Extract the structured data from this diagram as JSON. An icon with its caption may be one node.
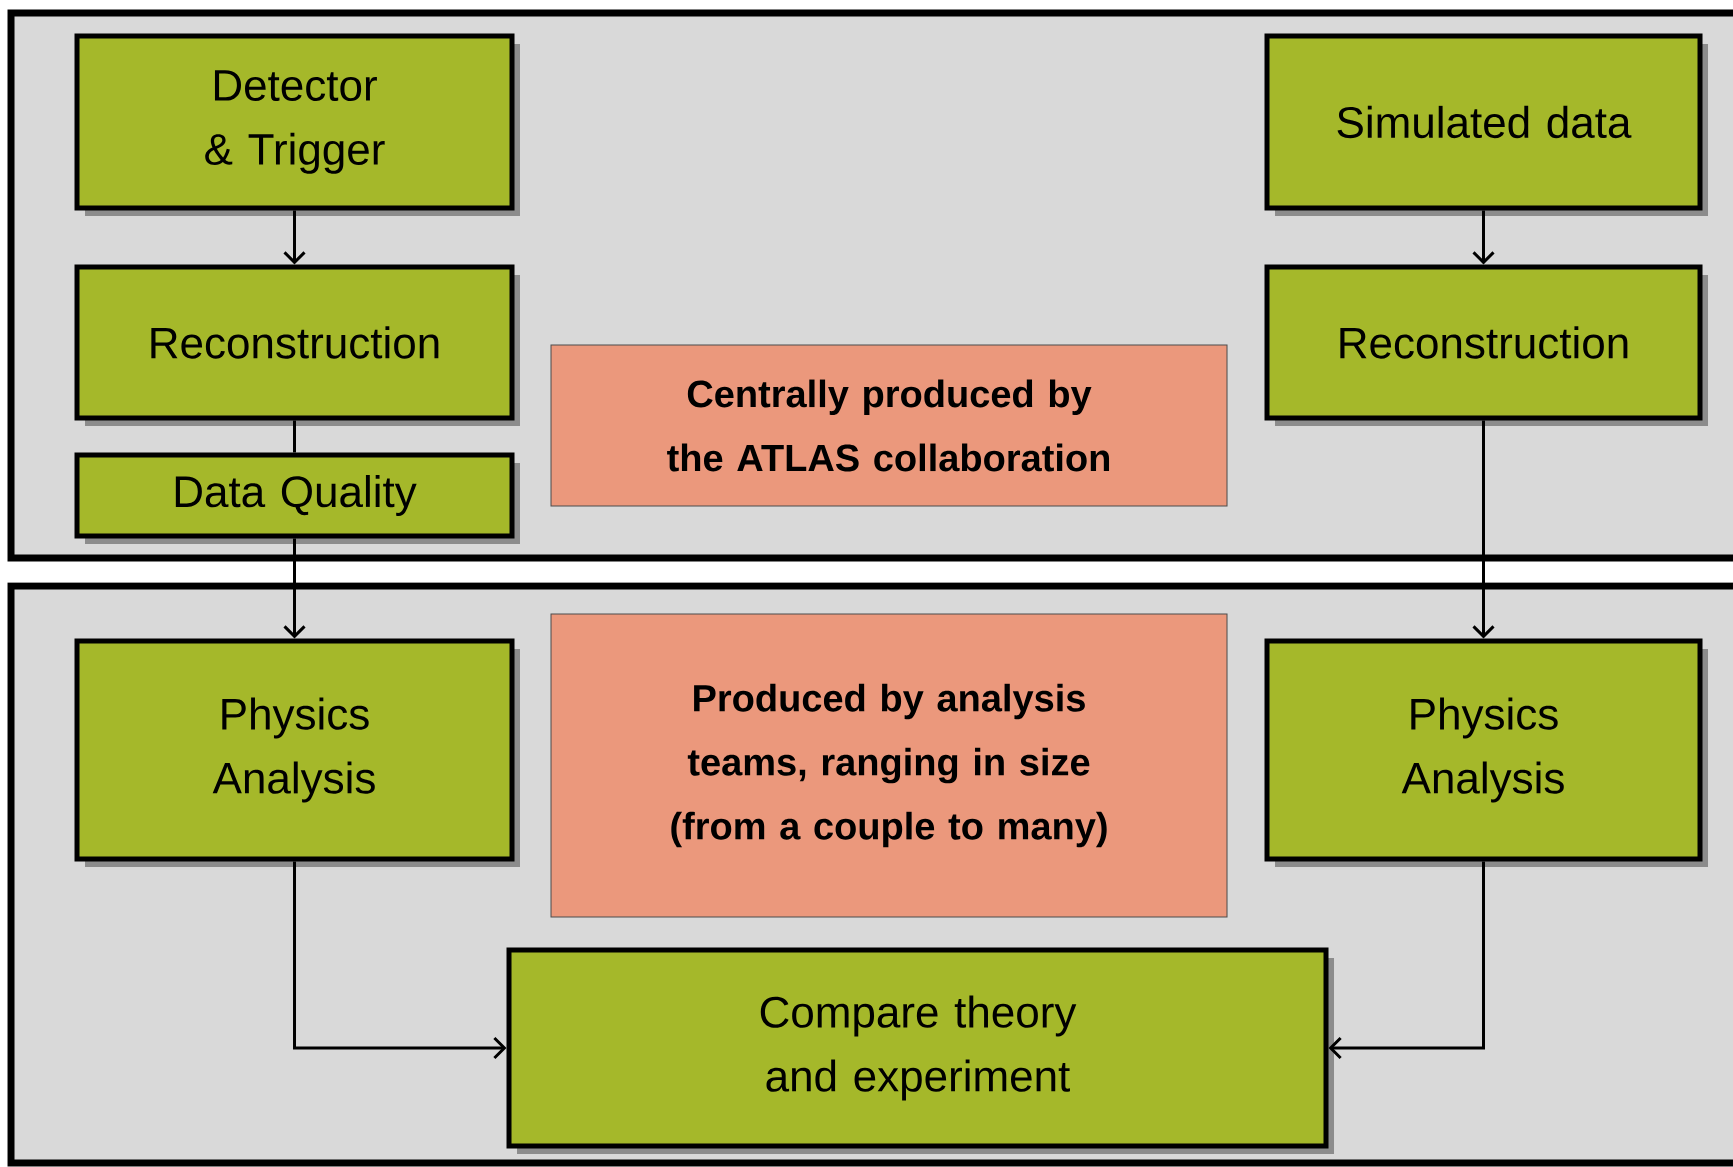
{
  "diagram": {
    "nodes": [
      {
        "text": [],
        "shape": "box"
      },
      {
        "text": [
          "Detector & Trigger"
        ],
        "in": 0
      },
      {
        "text": [
          "Simulated data"
        ],
        "in": 0
      },
      {
        "text": [
          "Reconstruction"
        ],
        "in": 0
      },
      {
        "text": [
          "Reconstruction"
        ],
        "in": 0
      },
      {
        "text": [
          "Centrally produced by the ATLAS collaboration"
        ],
        "in": 0
      },
      {
        "text": [
          "Data Quality"
        ],
        "in": 0
      },
      {
        "text": [],
        "shape": "box"
      },
      {
        "text": [
          "Physics Analysis"
        ],
        "in": 7
      },
      {
        "text": [
          "Produced by analysis teams, ranging in size (from a couple to many)"
        ],
        "in": 7
      },
      {
        "text": [
          "Physics Analysis"
        ],
        "in": 7
      },
      {
        "text": [
          "Compare theory and experiment"
        ],
        "in": 7
      }
    ],
    "edges": [
      {
        "from": 1,
        "to": 3,
        "arrow": "to"
      },
      {
        "from": 3,
        "to": 6,
        "arrow": "none"
      },
      {
        "from": 6,
        "to": 8,
        "arrow": "to"
      },
      {
        "from": 2,
        "to": 4,
        "arrow": "to"
      },
      {
        "from": 4,
        "to": 10,
        "arrow": "to"
      },
      {
        "from": 8,
        "to": 11,
        "arrow": "to"
      },
      {
        "from": 10,
        "to": 11,
        "arrow": "to"
      }
    ]
  }
}
